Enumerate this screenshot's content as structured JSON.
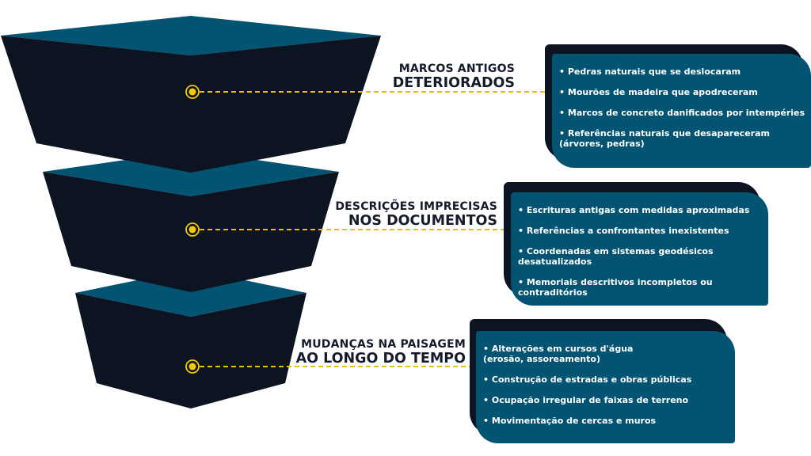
{
  "colors": {
    "accent": "#f5c800",
    "front_face": "#0c1422",
    "top_face": "#035373",
    "card": "#035373",
    "text_dark": "#151b2a"
  },
  "stages": [
    {
      "title_line1": "MARCOS ANTIGOS",
      "title_line2": "DETERIORADOS",
      "items": [
        "Pedras naturais que se deslocaram",
        "Mourões de madeira que apodreceram",
        "Marcos de concreto danificados por intempéries",
        "Referências naturais que desapareceram\n(árvores, pedras)"
      ]
    },
    {
      "title_line1": "DESCRIÇÕES IMPRECISAS",
      "title_line2": "NOS DOCUMENTOS",
      "items": [
        "Escrituras antigas com medidas aproximadas",
        "Referências a confrontantes inexistentes",
        "Coordenadas em sistemas geodésicos\ndesatualizados",
        "Memoriais descritivos incompletos ou\ncontraditórios"
      ]
    },
    {
      "title_line1": "MUDANÇAS NA PAISAGEM",
      "title_line2": "AO LONGO DO TEMPO",
      "items": [
        "Alterações em cursos d'água\n(erosão, assoreamento)",
        "Construção de estradas e obras públicas",
        "Ocupação irregular de faixas de terreno",
        "Movimentação de cercas e muros"
      ]
    }
  ]
}
